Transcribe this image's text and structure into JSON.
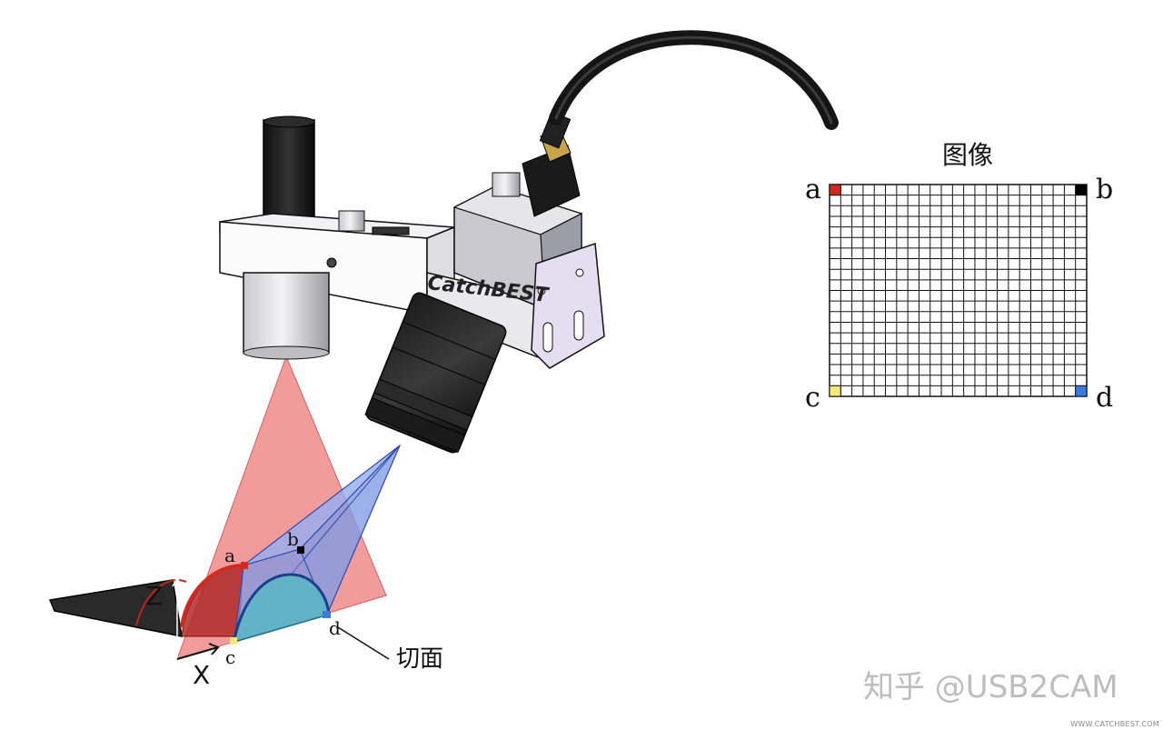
{
  "image_panel": {
    "title": "图像",
    "corner_labels": {
      "a": "a",
      "b": "b",
      "c": "c",
      "d": "d"
    },
    "grid": {
      "rows": 20,
      "cols": 23
    },
    "corner_colors": {
      "a": "#d32a20",
      "b": "#000000",
      "c": "#f7ea7a",
      "d": "#3b7be0"
    }
  },
  "device": {
    "brand": "CatchBEST"
  },
  "scene_labels": {
    "a": "a",
    "b": "b",
    "c": "c",
    "d": "d",
    "section": "切面",
    "z_axis": "Z",
    "x_axis": "X"
  },
  "watermark": "知乎 @USB2CAM",
  "footer": "WWW.CATCHBEST.COM",
  "colors": {
    "laser": "#f08a8a",
    "camera_view": "#8aa6ee",
    "section_fill": "#5fb4c8",
    "profile_red": "#c0241c"
  }
}
